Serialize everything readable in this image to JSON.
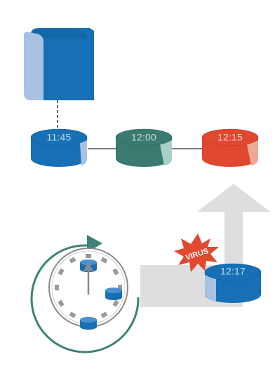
{
  "diagram": {
    "snapshots": [
      {
        "time": "11:45",
        "color": "#1770b5",
        "side_color": "#a7c2e3"
      },
      {
        "time": "12:00",
        "color": "#3a7a6f",
        "side_color": "#a9cfc8"
      },
      {
        "time": "12:15",
        "color": "#e0482f",
        "side_color": "#f0a896"
      }
    ],
    "restored_snapshot": {
      "time": "12:17",
      "color": "#1770b5",
      "side_color": "#a7c2e3"
    },
    "virus_label": "VIRUS",
    "colors": {
      "server_front": "#a7c2e3",
      "server_side": "#1770b5",
      "arrow": "#dedede",
      "clock_ring": "#3c8275",
      "burst": "#e0482f"
    },
    "icons": {
      "server": "server-icon",
      "clock": "clock-icon",
      "restore_arrow": "restore-arrow-icon",
      "virus_burst": "virus-burst-icon"
    }
  }
}
